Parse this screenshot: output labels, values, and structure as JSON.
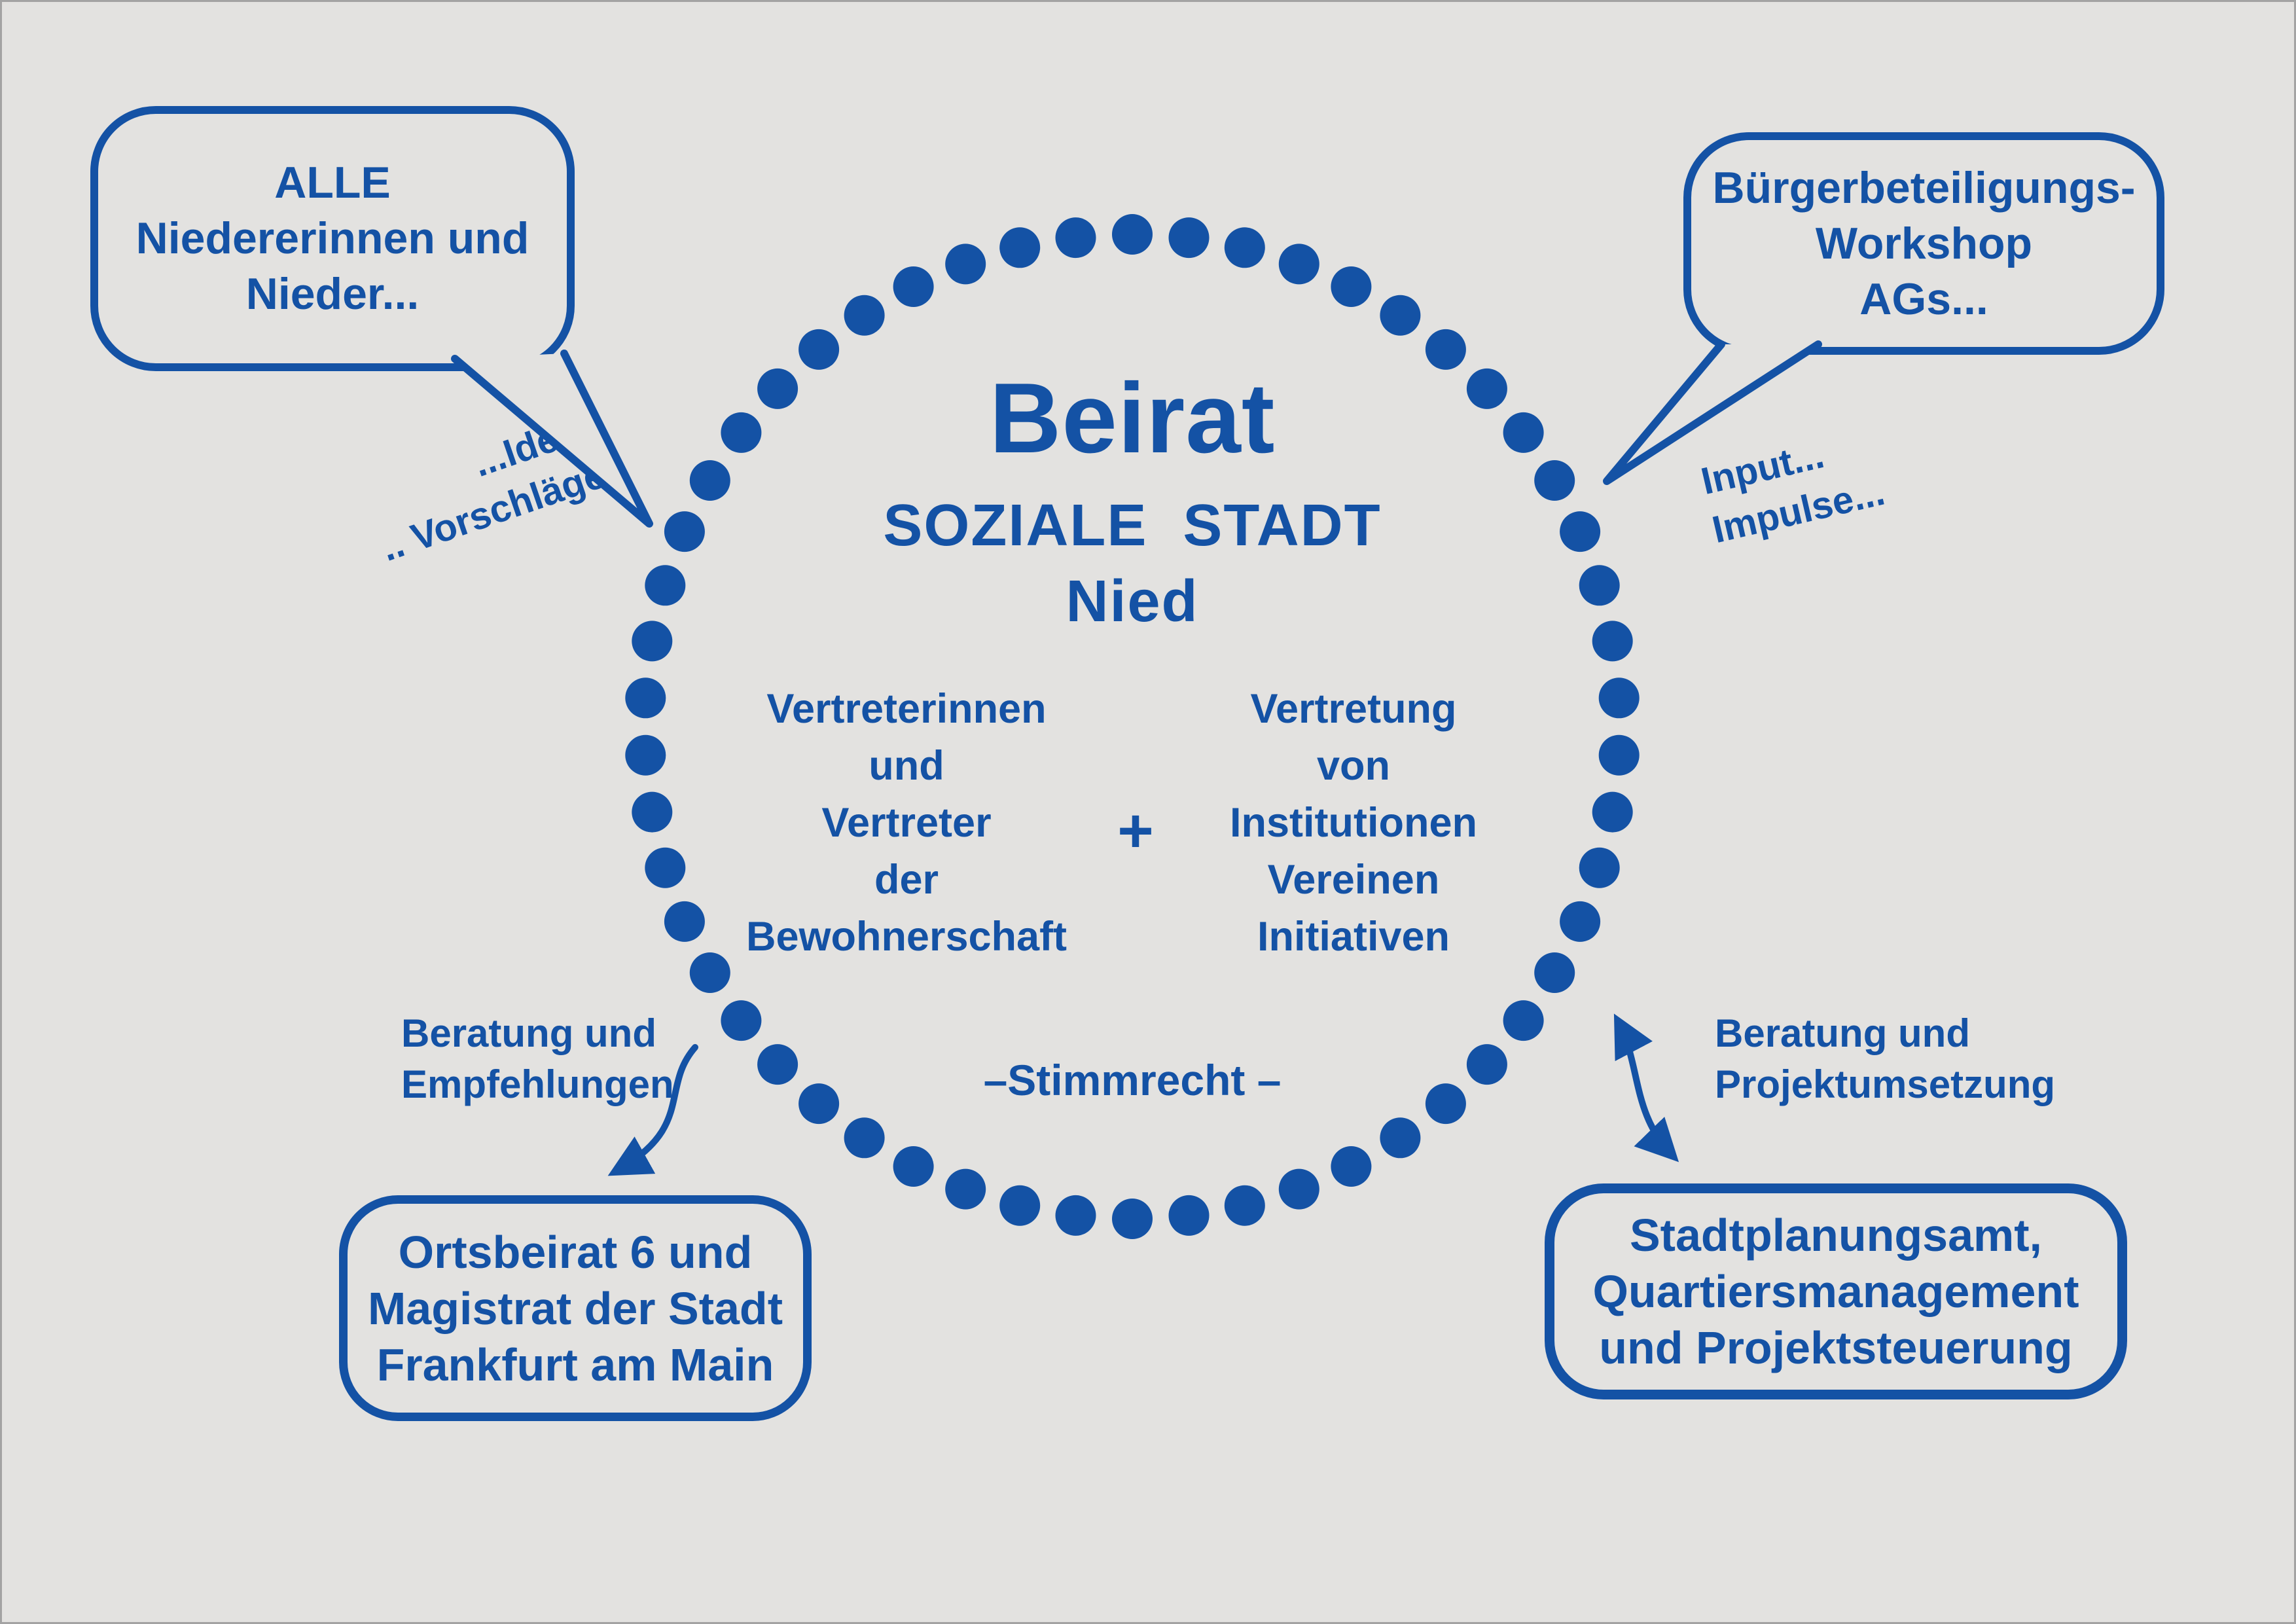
{
  "colors": {
    "accent": "#1452a5",
    "bg": "#e3e2e0"
  },
  "circle": {
    "dot_count": 54,
    "title": "Beirat",
    "subtitle": "SOZIALE STADT",
    "subtitle2": "Nied",
    "left_column": [
      "Vertreterinnen",
      "und",
      "Vertreter",
      "der",
      "Bewohnerschaft"
    ],
    "plus": "+",
    "right_column": [
      "Vertretung",
      "von",
      "Institutionen",
      "Vereinen",
      "Initiativen"
    ],
    "bottom_note": "–Stimmrecht –"
  },
  "bubbles": {
    "top_left": {
      "lines": [
        "ALLE",
        "Niedererinnen und",
        "Nieder..."
      ]
    },
    "top_right": {
      "lines": [
        "Bürgerbeteiligungs-",
        "Workshop",
        "AGs..."
      ]
    },
    "bottom_left": {
      "lines": [
        "Ortsbeirat 6 und",
        "Magistrat der Stadt",
        "Frankfurt am Main"
      ]
    },
    "bottom_right": {
      "lines": [
        "Stadtplanungsamt,",
        "Quartiersmanagement",
        "und Projektsteuerung"
      ]
    }
  },
  "labels": {
    "ideen": "...Ideen",
    "vorschlaege": ".. Vorschläge",
    "input": "Input...",
    "impulse": "Impulse...",
    "left_arrow_line1": "Beratung und",
    "left_arrow_line2": "Empfehlungen",
    "right_arrow_line1": "Beratung und",
    "right_arrow_line2": "Projektumsetzung"
  }
}
